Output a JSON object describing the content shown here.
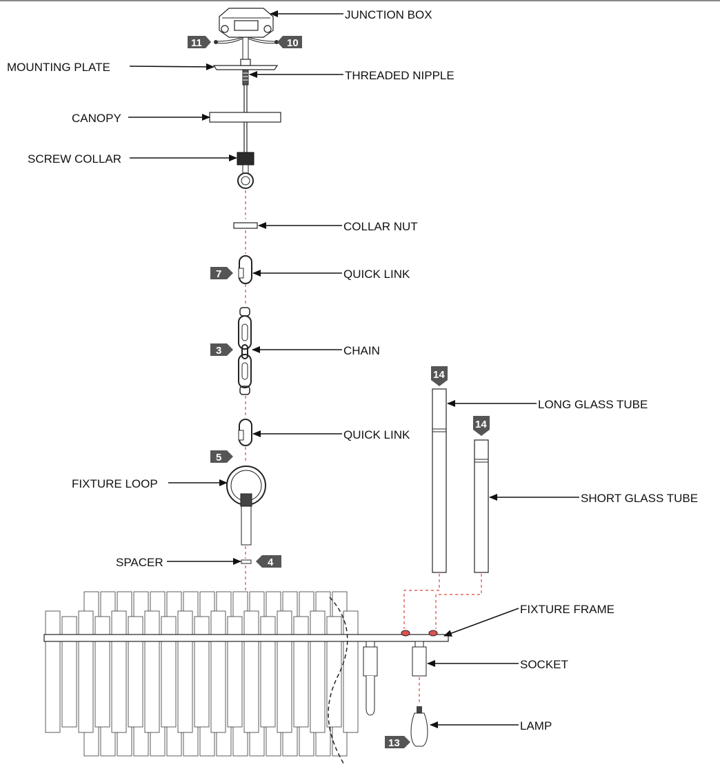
{
  "labels": {
    "junction_box": "JUNCTION BOX",
    "mounting_plate": "MOUNTING PLATE",
    "threaded_nipple": "THREADED NIPPLE",
    "canopy": "CANOPY",
    "screw_collar": "SCREW COLLAR",
    "collar_nut": "COLLAR NUT",
    "quick_link_top": "QUICK LINK",
    "chain": "CHAIN",
    "quick_link_bottom": "QUICK LINK",
    "fixture_loop": "FIXTURE LOOP",
    "spacer": "SPACER",
    "long_glass_tube": "LONG GLASS TUBE",
    "short_glass_tube": "SHORT GLASS TUBE",
    "fixture_frame": "FIXTURE FRAME",
    "socket": "SOCKET",
    "lamp": "LAMP"
  },
  "badges": {
    "b11": "11",
    "b10": "10",
    "b7": "7",
    "b3": "3",
    "b5": "5",
    "b4": "4",
    "b14_long": "14",
    "b14_short": "14",
    "b13": "13"
  },
  "colors": {
    "badge": "#555555",
    "dashed_guide": "#e0403a",
    "line": "#222222",
    "screw_head": "#d9534f"
  }
}
